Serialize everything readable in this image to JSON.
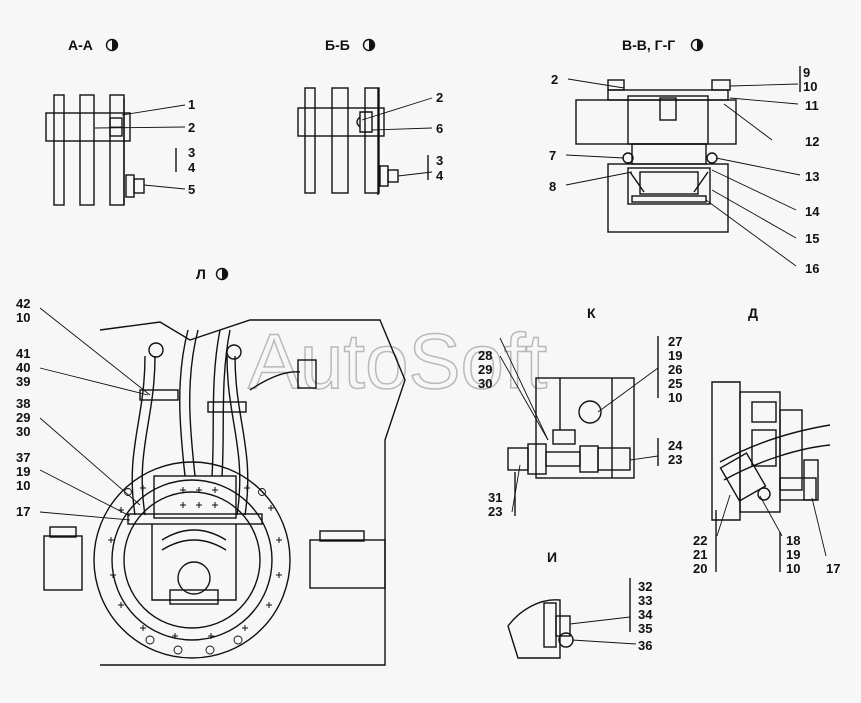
{
  "watermark": "AutoSoft",
  "views": {
    "aa": {
      "title": "А-А",
      "callouts": [
        "1",
        "2",
        "3",
        "4",
        "5"
      ]
    },
    "bb": {
      "title": "Б-Б",
      "callouts": [
        "2",
        "6",
        "3",
        "4"
      ]
    },
    "vg": {
      "title": "В-В, Г-Г",
      "callouts": [
        "2",
        "9",
        "10",
        "11",
        "12",
        "7",
        "8",
        "13",
        "14",
        "15",
        "16"
      ]
    },
    "l": {
      "title": "Л",
      "callouts": [
        "42",
        "10",
        "41",
        "40",
        "39",
        "38",
        "29",
        "30",
        "37",
        "19",
        "10",
        "17"
      ]
    },
    "k": {
      "title": "К",
      "callouts": [
        "28",
        "29",
        "30",
        "27",
        "19",
        "26",
        "25",
        "10",
        "24",
        "23",
        "31",
        "23"
      ]
    },
    "d": {
      "title": "Д",
      "callouts": [
        "22",
        "21",
        "20",
        "18",
        "19",
        "10",
        "17"
      ]
    },
    "i": {
      "title": "И",
      "callouts": [
        "32",
        "33",
        "34",
        "35",
        "36"
      ]
    }
  }
}
